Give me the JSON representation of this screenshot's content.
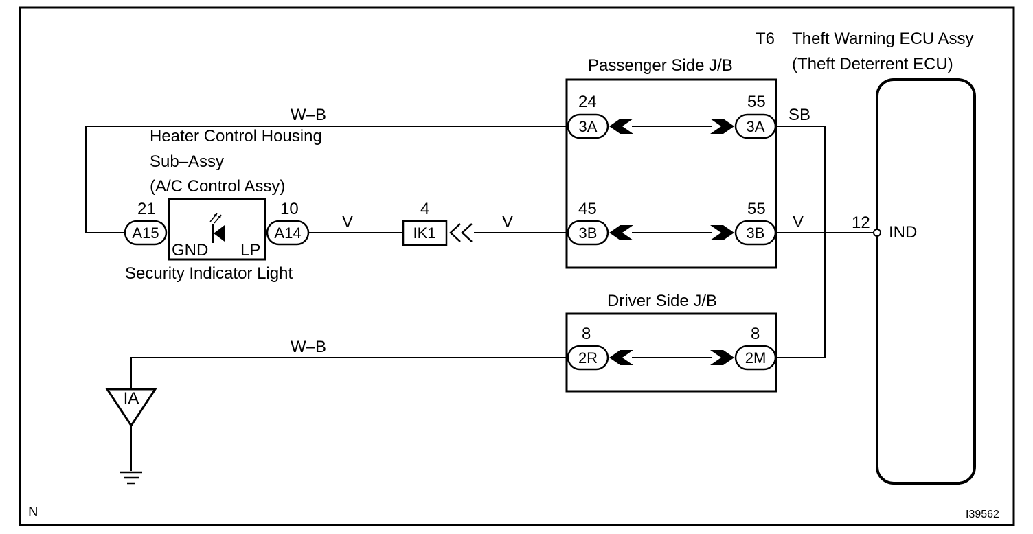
{
  "ecu": {
    "code": "T6",
    "title_line1": "Theft Warning ECU Assy",
    "title_line2": "(Theft Deterrent ECU)",
    "pin": "12",
    "terminal": "IND"
  },
  "passenger_jb": {
    "title": "Passenger Side J/B",
    "top_left_pin": "24",
    "top_left_conn": "3A",
    "top_right_pin": "55",
    "top_right_conn": "3A",
    "bottom_left_pin": "45",
    "bottom_left_conn": "3B",
    "bottom_right_pin": "55",
    "bottom_right_conn": "3B"
  },
  "driver_jb": {
    "title": "Driver Side J/B",
    "left_pin": "8",
    "left_conn": "2R",
    "right_pin": "8",
    "right_conn": "2M"
  },
  "heater": {
    "line1": "Heater Control Housing",
    "line2": "Sub–Assy",
    "line3": "(A/C Control Assy)",
    "left_pin": "21",
    "left_conn": "A15",
    "right_pin": "10",
    "right_conn": "A14",
    "gnd_label": "GND",
    "lp_label": "LP",
    "caption": "Security Indicator Light"
  },
  "junction": {
    "pin": "4",
    "code": "IK1"
  },
  "wires": {
    "top_wb": "W–B",
    "sb": "SB",
    "v1": "V",
    "v2": "V",
    "v3": "V",
    "bottom_wb": "W–B"
  },
  "ground": {
    "code": "IA"
  },
  "corner_left": "N",
  "figure_id": "I39562"
}
